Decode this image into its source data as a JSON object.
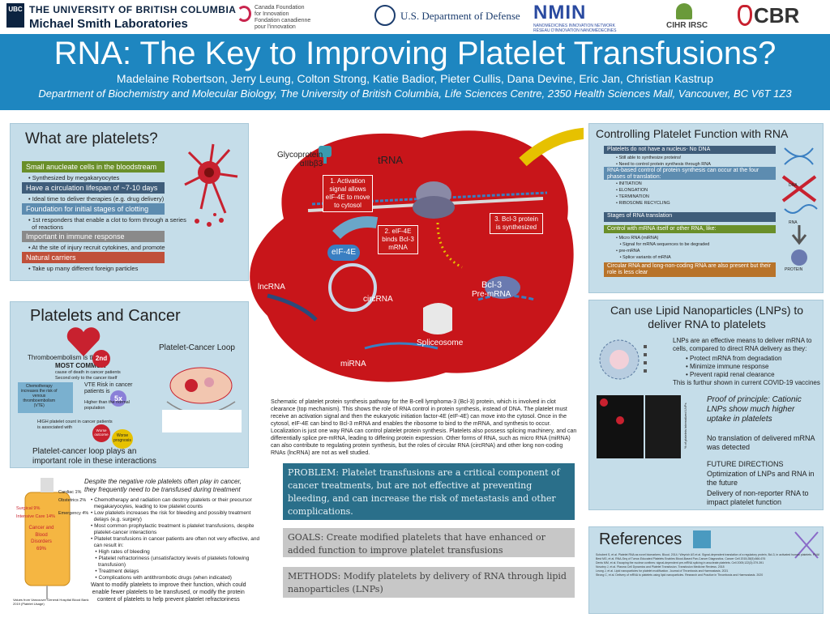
{
  "logos": {
    "ubc_mark": "UBC",
    "ubc_name": "THE UNIVERSITY OF BRITISH COLUMBIA",
    "ubc_lab": "Michael Smith Laboratories",
    "cfi": "Canada Foundation\nfor Innovation\nFondation canadienne\npour l'innovation",
    "dod": "U.S. Department of Defense",
    "nmin": "NMIN",
    "nmin_sub": "NANOMEDICINES INNOVATION NETWORK\nRÉSEAU D'INNOVATION NANOMÉDECINES",
    "cihr": "CIHR IRSC",
    "cbr": "CBR"
  },
  "header": {
    "title": "RNA: The Key to Improving Platelet Transfusions?",
    "authors": "Madelaine Robertson, Jerry Leung, Colton Strong, Katie Badior, Pieter Cullis, Dana Devine, Eric Jan, Christian Kastrup",
    "dept": "Department of Biochemistry and Molecular Biology, The University of British Columbia, Life Sciences Centre, 2350 Health Sciences Mall, Vancouver, BC V6T 1Z3"
  },
  "platelets": {
    "title": "What are platelets?",
    "items": [
      {
        "head": "Small anucleate cells in the bloodstream",
        "sub": "• Synthesized by megakaryocytes",
        "color": "#6a8f2a"
      },
      {
        "head": "Have a circulation lifespan of ~7-10 days",
        "sub": "• Ideal time to deliver therapies (e.g. drug delivery)",
        "color": "#3f5d7a"
      },
      {
        "head": "Foundation for initial stages of clotting",
        "sub": "• 1st responders that enable a clot to form through a series\n  of reactions",
        "color": "#5d8cb0"
      },
      {
        "head": "Important in immune response",
        "sub": "• At the site of injury recruit cytokines, and promote",
        "color": "#8a8a8a"
      },
      {
        "head": "Natural carriers",
        "sub": "• Take up many different foreign particles",
        "color": "#c0503a"
      }
    ]
  },
  "schematic": {
    "glyco": "Glycoprotein\nαIIbβ3",
    "trna": "tRNA",
    "step1": "1. Activation\nsignal allows\neIF-4E to move\nto cytosol",
    "eif4e": "eIF-4E",
    "step2": "2. eIF-4E\nbinds Bcl-3\nmRNA",
    "step3": "3. Bcl-3 protein\nis synthesized",
    "bcl3": "Bcl-3",
    "lncrna": "lncRNA",
    "circrna": "circRNA",
    "premrna": "Pre-mRNA",
    "spliceosome": "Spliceosome",
    "mirna": "miRNA",
    "caption": "Schematic of platelet protein synthesis pathway for the B-cell lymphoma-3 (Bcl-3) protein, which is involved in clot clearance (top mechanism). This shows the role of RNA control in protein synthesis, instead of DNA. The platelet must receive an activation signal and then the eukaryotic initiation factor-4E (eIF-4E) can move into the cytosol. Once in the cytosol, eIF-4E can bind to Bcl-3 mRNA and enables the ribosome to bind to the mRNA, and synthesis to occur. Localization is just one way RNA can control platelet protein synthesis. Platelets also possess splicing machinery, and can differentially splice pre-mRNA, leading to differing protein expression. Other forms of RNA, such as micro RNA (miRNA) can also contribute to regulating protein synthesis, but the roles of circular RNA (circRNA) and other long non-coding RNAs (lncRNA) are not as well studied."
  },
  "control": {
    "title": "Controlling Platelet Function with RNA",
    "rows": [
      {
        "text": "Platelets do not have a nucleus- No DNA",
        "bg": "#3f5d7a",
        "fg": "#fff"
      },
      {
        "text": "RNA-based control of protein synthesis can occur at the four phases of translation:",
        "bg": "#5d8cb0",
        "fg": "#fff"
      },
      {
        "text": "Stages of RNA translation",
        "bg": "#3f5d7a",
        "fg": "#fff"
      },
      {
        "text": "Control with mRNA itself or other RNA, like:",
        "bg": "#6a8f2a",
        "fg": "#fff"
      },
      {
        "text": "Circular RNA and long-non-coding RNA are also present but their role is less clear",
        "bg": "#b8732a",
        "fg": "#fff"
      }
    ],
    "subs1": [
      "• Still able to synthesize proteins!",
      "• Need to control protein synthesis through RNA"
    ],
    "subs2": [
      "• INITIATION",
      "• ELONGATION",
      "• TERMINATION",
      "• RIBOSOME RECYCLING"
    ],
    "subs3": [
      "• Micro RNA (miRNA)",
      "   • Signal for mRNA sequences to be degraded",
      "• pre-mRNA",
      "   • Splice variants of mRNA"
    ],
    "dna": "DNA",
    "rna": "RNA",
    "protein": "PROTEIN"
  },
  "cancer": {
    "title": "Platelets and Cancer",
    "loop_title": "Platelet-Cancer Loop",
    "thrombo": "Thromboembolism is the",
    "thrombo2": "MOST COMMON",
    "thrombo3": "cause of death in cancer patients\nSecond only to the cancer itself",
    "second": "2nd",
    "chemo": "Chemotherapy\nincreases the risk of\nvenous\nthromboembolism\n(VTE)",
    "vte": "VTE Risk in cancer\npatients is",
    "fivex": "5x",
    "vte2": "Higher than the normal\npopulation",
    "high": "HIGH platelet count in cancer patients\nis associated with",
    "worse": "Worse\noutcome",
    "worse2": "Worse\nprognosis",
    "loop": "Platelet-cancer loop plays an\nimportant role in these interactions",
    "note": "Despite the negative role platelets often play in cancer,\nthey frequently need to be transfused during treatment",
    "bullets": [
      "• Chemotherapy and radiation can destroy platelets or their precursor\n  megakaryocytes, leading to low platelet counts",
      "• Low platelets increases the risk for bleeding and possibly treatment\n  delays (e.g. surgery)",
      "• Most common prophylactic treatment is platelet transfusions, despite\n  platelet-cancer interactions",
      "• Platelet transfusions in cancer patients are often not very effective, and\n  can result in:",
      "   • High rates of bleeding",
      "   • Platelet refractoriness (unsatisfactory levels of platelets following\n     transfusion)",
      "   • Treatment delays",
      "   • Complications with antithrombotic drugs (when indicated)"
    ],
    "want": "Want to modify platelets to improve their function, which could\nenable fewer platelets to be transfused, or modify the protein\ncontent of platelets to help prevent platelet refractoriness",
    "bag_labels": [
      "Cardiac 1%",
      "Obstetrics 2%",
      "Emergency 4%",
      "Surgical 9%",
      "Intensive Care 14%",
      "Cancer and Blood Disorders 69%"
    ],
    "bag_caption": "Values from Vancouver General Hospital Blood Bank\n2019 (Platelet Usage)"
  },
  "problem": {
    "problem": "PROBLEM: Platelet transfusions are a critical component of cancer treatments, but are not effective at preventing bleeding, and can increase the risk of metastasis and other complications.",
    "goals": "GOALS: Create modified platelets that have enhanced or added function to improve platelet transfusions",
    "methods": "METHODS: Modify platelets by delivery of RNA through lipid nanoparticles (LNPs)"
  },
  "lnp": {
    "title": "Can use Lipid Nanoparticles (LNPs) to deliver RNA to platelets",
    "intro": "LNPs are an effective means to deliver mRNA to cells, compared to direct RNA delivery as they:",
    "points": [
      "• Protect mRNA from degradation",
      "• Minimize immune response",
      "• Prevent rapid renal clearance"
    ],
    "further": "This is furthur shown in current COVID-19 vaccines",
    "proof": "Proof of principle: Cationic LNPs show much higher uptake in platelets",
    "no_trans": "No translation of delivered mRNA was detected",
    "future_head": "FUTURE DIRECTIONS",
    "future": [
      "Optimization of LNPs and RNA in the future",
      "Delivery of non-reporter RNA to impact platelet function"
    ],
    "chart_ylabel": "% of platelets\ninternalized LNPs"
  },
  "references": {
    "title": "References",
    "lines": [
      "Schubert S, et al. Platelet RNA as novel biomarkers. Blood. 2014 / Weyrich AS et al. Signal-dependent translation of a regulatory protein, Bcl-3, in activated human platelets. PNAS 1998",
      "Best MG, et al. RNA-Seq of Tumor-Educated Platelets Enables Blood-Based Pan-Cancer Diagnostics. Cancer Cell 2015;28(5):666-676",
      "Denis MM, et al. Escaping the nuclear confines: signal-dependent pre-mRNA splicing in anucleate platelets. Cell 2005;122(3):379-391",
      "Novotny J, et al. Plasma Cell Dynamics and Platelet Transfusion. Transfusion Medicine Reviews. 2018",
      "Leung J, et al. Lipid nanoparticles for platelet modification. Journal of Thrombosis and Haemostasis. 2021",
      "Strong C, et al. Delivery of mRNA to platelets using lipid nanoparticles. Research and Practice in Thrombosis and Haemostasis. 2020"
    ]
  }
}
